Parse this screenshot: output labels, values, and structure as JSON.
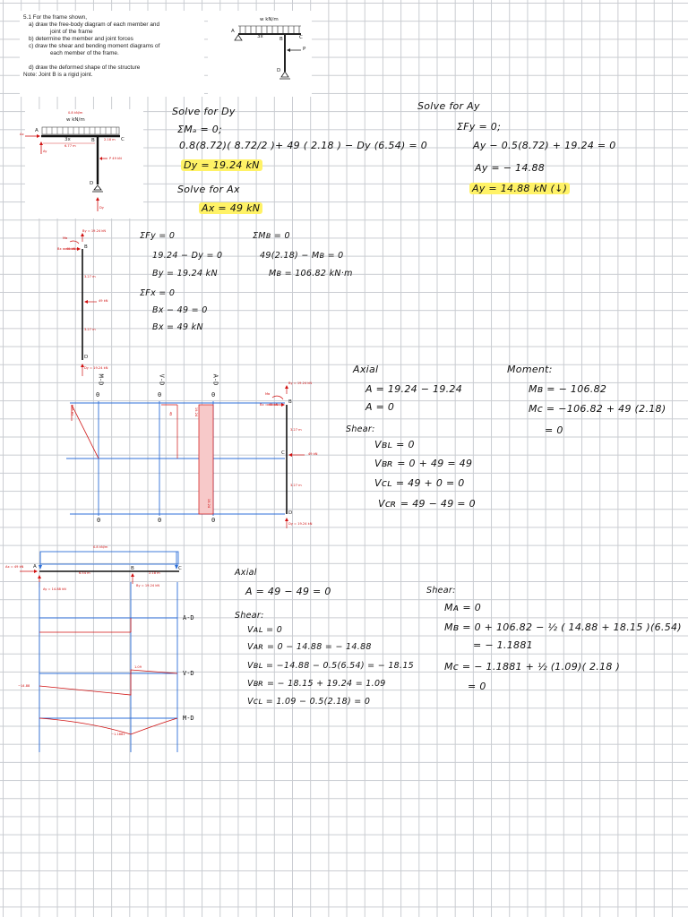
{
  "problem": {
    "lines": [
      "5.1  For the frame shown,",
      "a)   draw the free-body diagram of each member and",
      "joint of the frame",
      "b)   determine the member and joint forces",
      "c)   draw the shear and bending moment diagrams of",
      "each member of the frame.",
      "d)   draw the deformed shape of the structure",
      "Note:  Joint B is a rigid joint."
    ],
    "fig": {
      "load": "w kN/m",
      "a": "A",
      "b": "B",
      "c": "C",
      "d": "D",
      "span": "3x",
      "p": "P"
    }
  },
  "fbd": {
    "load_top": "0.8 kN/m",
    "load": "w kN/m",
    "a": "A",
    "b": "B",
    "c": "C",
    "d": "D",
    "span": "3x",
    "span_val": "6.77 m",
    "bc_val": "2.18 m",
    "p": "P 49 kN",
    "ax": "Ax",
    "ay": "Ay",
    "dy": "Dy"
  },
  "solve_dy": {
    "title": "Solve  for  Dy",
    "l1": "ΣMₐ = 0;",
    "l2": "0.8(8.72)( 8.72/2 )+ 49 ( 2.18 ) − Dy (6.54) = 0",
    "l3": "Dy = 19.24 kN",
    "l4": "Solve  for  Ax",
    "l5": "Ax = 49 kN"
  },
  "solve_ay": {
    "title": "Solve  for  Ay",
    "l1": "ΣFy = 0;",
    "l2": "Ay − 0.5(8.72) + 19.24 = 0",
    "l3": "Ay = − 14.88",
    "l4": "Ay = 14.88  kN (↓)"
  },
  "bd": {
    "top_force": "By = 19.24 kN",
    "mb": "Mʙ",
    "bx": "Bx = 49 kN",
    "b": "B",
    "d": "D",
    "len1": "3.27 m",
    "p": "49 kN",
    "len2": "3.27 m",
    "dy": "Dy = 19.24 kN"
  },
  "eq_bd": {
    "f1": "ΣFy = 0",
    "f2": "19.24 − Dy = 0",
    "f3": "By = 19.24 kN",
    "f4": "ΣFx = 0",
    "f5": "Bx − 49 = 0",
    "f6": "Bx = 49 kN",
    "m1": "ΣMʙ = 0",
    "m2": "49(2.18) − Mʙ = 0",
    "m3": "Mʙ = 106.82 kN·m"
  },
  "diagram1": {
    "md": "M-D",
    "vd": "V-D",
    "ad": "A-D",
    "zero": "0",
    "left_val": "106.82",
    "mid_val": "49",
    "right_val": "19.24",
    "c": "C",
    "bot_zero": "0"
  },
  "axial_bd": {
    "title": "Axial",
    "l1": "A = 19.24 − 19.24",
    "l2": "A = 0",
    "shear": "Shear:",
    "s1": "Vʙʟ = 0",
    "s2": "Vʙʀ = 0 + 49 = 49",
    "s3": "Vᴄʟ = 49 + 0 = 0",
    "s4": "Vᴄʀ = 49 − 49 = 0"
  },
  "moment_bd": {
    "title": "Moment:",
    "l1": "Mʙ = − 106.82",
    "l2": "Mᴄ = −106.82 + 49 (2.18)",
    "l3": "= 0"
  },
  "ab": {
    "load": "0.8 kN/m",
    "ax": "Ax = 49 kN",
    "a": "A",
    "span": "6.54 m",
    "b": "B",
    "c": "C",
    "bc": "2.18 m",
    "ay": "Ay = 14.88 kN",
    "right_lbl": "By = 19.24 kN",
    "ad": "A-D",
    "vd": "V-D",
    "md": "M-D",
    "v1": "−14.88",
    "v2": "1.09",
    "m1": "−1.1881"
  },
  "axial_ab": {
    "title": "Axial",
    "l1": "A = 49 − 49 = 0",
    "shear": "Shear:",
    "s1": "Vᴀʟ = 0",
    "s2": "Vᴀʀ = 0 − 14.88 = − 14.88",
    "s3": "Vʙʟ = −14.88 − 0.5(6.54) = − 18.15",
    "s4": "Vʙʀ = − 18.15 + 19.24 = 1.09",
    "s5": "Vᴄʟ = 1.09 − 0.5(2.18) = 0"
  },
  "shear_ab": {
    "title": "Shear:",
    "l1": "Mᴀ = 0",
    "l2": "Mʙ = 0 + 106.82 − ½ ( 14.88 + 18.15 )(6.54)",
    "l3": "= − 1.1881",
    "l4": "Mᴄ = − 1.1881 + ½ (1.09)( 2.18 )",
    "l5": "= 0"
  }
}
